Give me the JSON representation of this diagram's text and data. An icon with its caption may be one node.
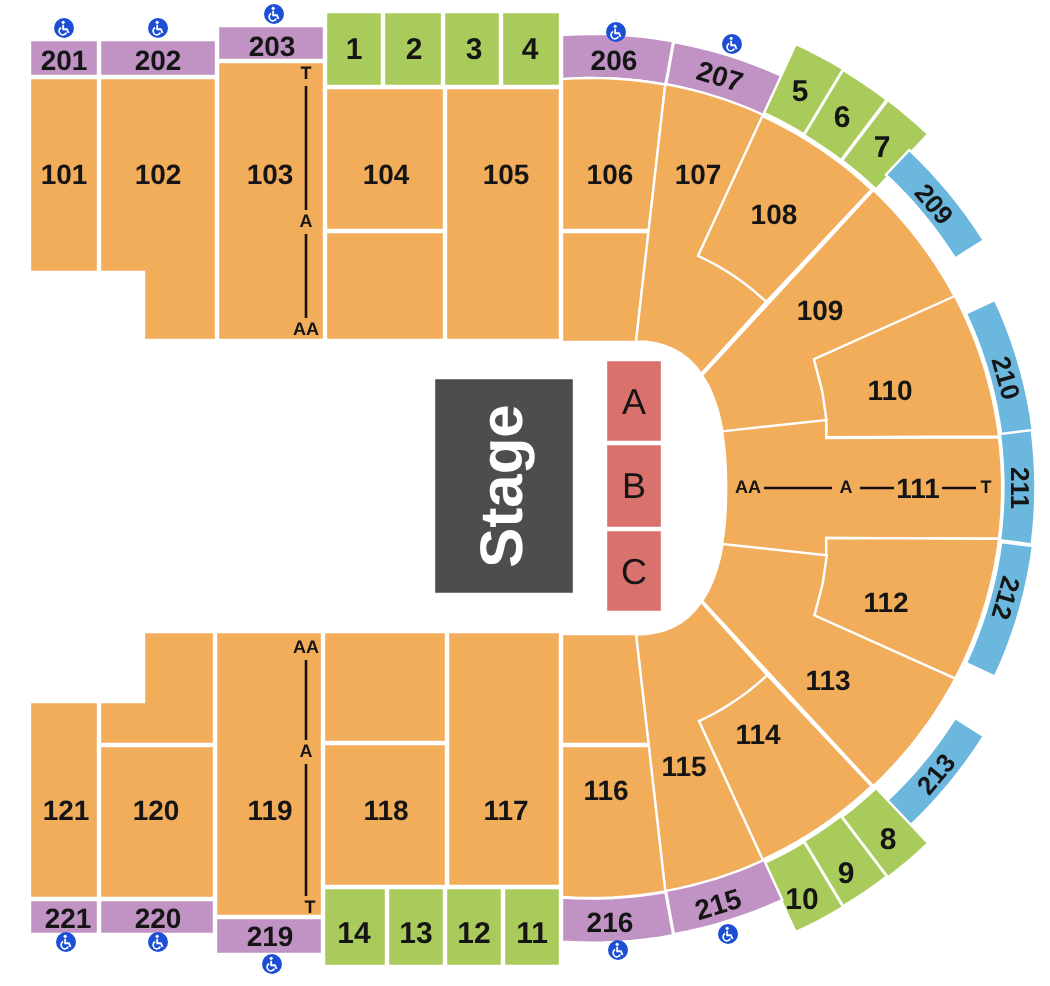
{
  "diagram": {
    "nodes": [
      {
        "text": [
          "201"
        ]
      },
      {
        "text": [
          "202"
        ]
      },
      {
        "text": [
          "203"
        ]
      },
      {
        "text": [
          "1"
        ]
      },
      {
        "text": [
          "2"
        ]
      },
      {
        "text": [
          "3"
        ]
      },
      {
        "text": [
          "4"
        ]
      },
      {
        "text": [
          "206"
        ]
      },
      {
        "text": [
          "207"
        ]
      },
      {
        "text": [
          "5"
        ]
      },
      {
        "text": [
          "6"
        ]
      },
      {
        "text": [
          "7"
        ]
      },
      {
        "text": [
          "209"
        ]
      },
      {
        "text": [
          "101"
        ]
      },
      {
        "text": [
          "102"
        ]
      },
      {
        "text": [
          "103"
        ]
      },
      {
        "text": [
          "104"
        ]
      },
      {
        "text": [],
        "shape": "box"
      },
      {
        "text": [
          "105"
        ]
      },
      {
        "text": [
          "106"
        ]
      },
      {
        "text": [],
        "shape": "box"
      },
      {
        "text": [
          "107"
        ]
      },
      {
        "text": [
          "108"
        ]
      },
      {
        "text": [
          "109"
        ]
      },
      {
        "text": [
          "110"
        ]
      },
      {
        "text": [
          "210"
        ]
      },
      {
        "text": [
          "Stage"
        ]
      },
      {
        "text": [
          "A"
        ]
      },
      {
        "text": [
          "B"
        ]
      },
      {
        "text": [
          "C"
        ]
      },
      {
        "text": [
          "111"
        ]
      },
      {
        "text": [
          "211"
        ]
      },
      {
        "text": [
          "112"
        ]
      },
      {
        "text": [
          "212"
        ]
      },
      {
        "text": [
          "113"
        ]
      },
      {
        "text": [
          "114"
        ]
      },
      {
        "text": [
          "115"
        ]
      },
      {
        "text": [],
        "shape": "box"
      },
      {
        "text": [
          "116"
        ]
      },
      {
        "text": [
          "117"
        ]
      },
      {
        "text": [],
        "shape": "box"
      },
      {
        "text": [
          "118"
        ]
      },
      {
        "text": [
          "119"
        ]
      },
      {
        "text": [],
        "shape": "box"
      },
      {
        "text": [
          "120"
        ]
      },
      {
        "text": [
          "121"
        ]
      },
      {
        "text": [
          "213"
        ]
      },
      {
        "text": [
          "8"
        ]
      },
      {
        "text": [
          "9"
        ]
      },
      {
        "text": [
          "10"
        ]
      },
      {
        "text": [
          "221"
        ]
      },
      {
        "text": [
          "220"
        ]
      },
      {
        "text": [
          "219"
        ]
      },
      {
        "text": [
          "14"
        ]
      },
      {
        "text": [
          "13"
        ]
      },
      {
        "text": [
          "12"
        ]
      },
      {
        "text": [
          "11"
        ]
      },
      {
        "text": [
          "216"
        ]
      },
      {
        "text": [
          "215"
        ]
      }
    ],
    "labels": [
      "T",
      "A",
      "AA",
      "AA",
      "A",
      "T",
      "AA",
      "A",
      "T"
    ]
  }
}
